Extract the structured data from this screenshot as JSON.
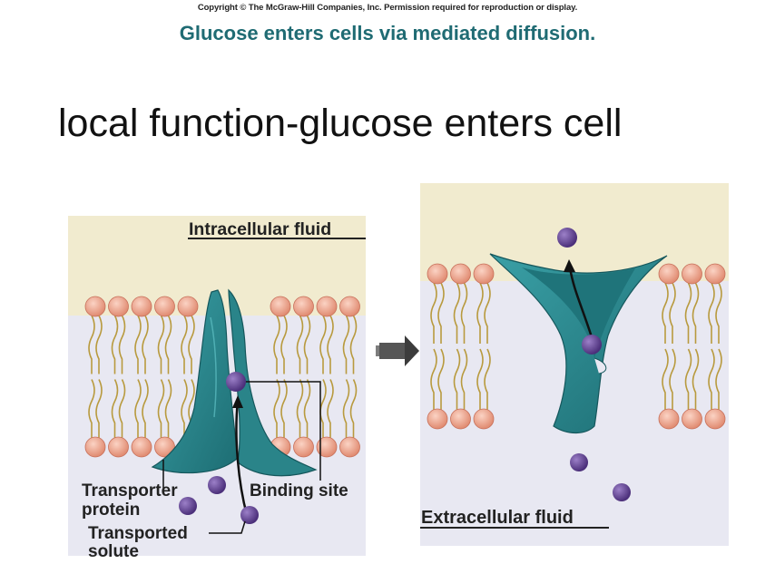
{
  "copyright": "Copyright © The McGraw-Hill Companies, Inc. Permission required for reproduction or display.",
  "subtitle": "Glucose enters cells via mediated diffusion.",
  "title": "local function-glucose enters cell",
  "left_panel": {
    "intracellular_label": "Intracellular fluid",
    "transporter_label_line1": "Transporter",
    "transporter_label_line2": "protein",
    "binding_site_label": "Binding site",
    "solute_label_line1": "Transported",
    "solute_label_line2": "solute"
  },
  "right_panel": {
    "extracellular_label": "Extracellular fluid"
  },
  "colors": {
    "intracellular": "#f1ebcf",
    "extracellular": "#e8e8f2",
    "lipid_head": "#f0a58e",
    "lipid_tail": "#b89a3e",
    "protein": "#2d8d93",
    "protein_dark": "#1c6a70",
    "solute": "#5c3f8e"
  }
}
